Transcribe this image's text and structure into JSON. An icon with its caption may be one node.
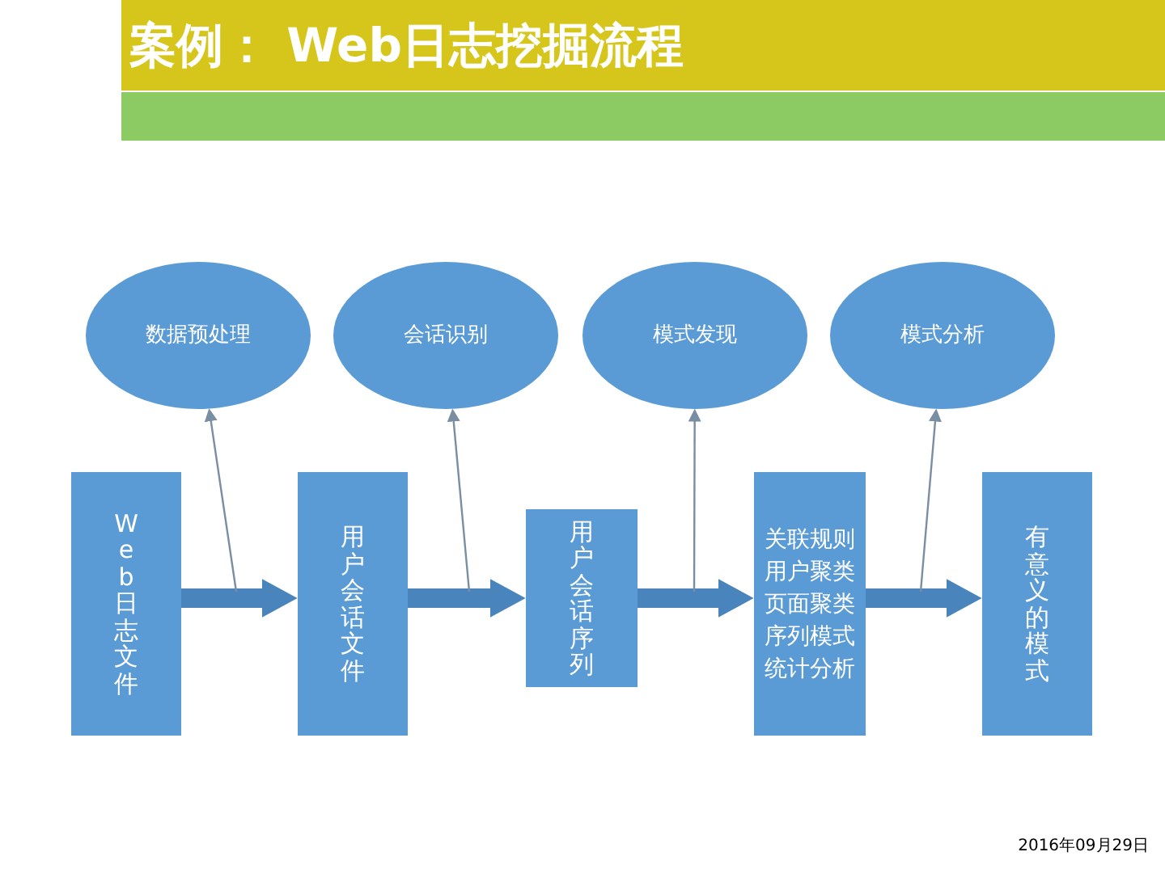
{
  "diagram": {
    "title": "案例： Web日志挖掘流程",
    "nodes": [
      {
        "text": [
          "数据预处理"
        ]
      },
      {
        "text": [
          "会话识别"
        ]
      },
      {
        "text": [
          "模式发现"
        ]
      },
      {
        "text": [
          "模式分析"
        ]
      },
      {
        "text": [
          "Web日志文件"
        ]
      },
      {
        "text": [
          "用户会话文件"
        ]
      },
      {
        "text": [
          "用户会话序列"
        ]
      },
      {
        "text": [
          "关联规则用户聚类页面聚类序列模式统计分析"
        ]
      },
      {
        "text": [
          "有意义的模式"
        ]
      }
    ],
    "edges": [
      {
        "from": 4,
        "to": 5,
        "arrow": "to",
        "style": "thick"
      },
      {
        "from": 5,
        "to": 6,
        "arrow": "to",
        "style": "thick"
      },
      {
        "from": 6,
        "to": 7,
        "arrow": "to",
        "style": "thick"
      },
      {
        "from": 7,
        "to": 8,
        "arrow": "to",
        "style": "thick"
      },
      {
        "from": null,
        "to": 0,
        "arrow": "to"
      },
      {
        "from": null,
        "to": 1,
        "arrow": "to"
      },
      {
        "from": null,
        "to": 2,
        "arrow": "to"
      },
      {
        "from": null,
        "to": 3,
        "arrow": "to"
      }
    ],
    "labels": [
      "2016年09月29日"
    ]
  }
}
